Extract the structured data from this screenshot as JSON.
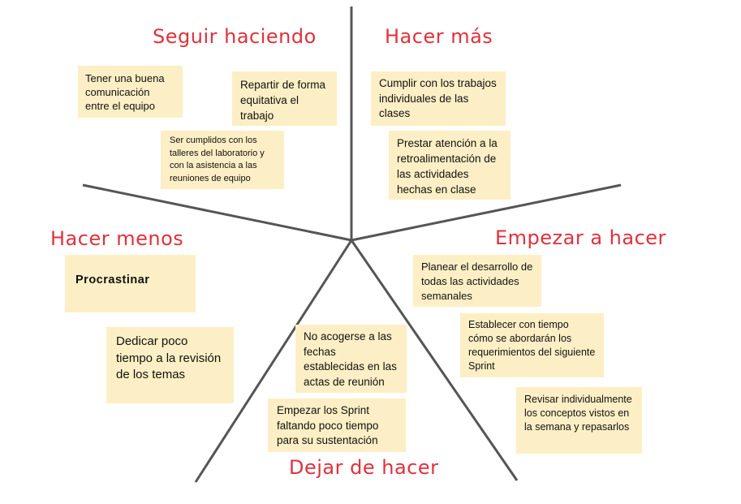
{
  "headings": {
    "seguir": "Seguir haciendo",
    "hacer_mas": "Hacer más",
    "hacer_menos": "Hacer menos",
    "empezar": "Empezar a hacer",
    "dejar": "Dejar de hacer"
  },
  "notes": {
    "seguir": [
      "Tener una buena comunicación entre el equipo",
      "Repartir de forma equitativa el trabajo",
      "Ser cumplidos con los talleres del laboratorio y con la asistencia a las reuniones de equipo"
    ],
    "hacer_mas": [
      "Cumplir con los trabajos individuales de las clases",
      "Prestar atención a la retroalimentación de las actividades hechas en clase"
    ],
    "hacer_menos": [
      "Procrastinar",
      "Dedicar poco tiempo a la revisión de los temas"
    ],
    "empezar": [
      "Planear el desarrollo de todas las actividades semanales",
      "Establecer con tiempo cómo se abordarán los requerimientos del siguiente Sprint",
      "Revisar individualmente los conceptos vistos en la semana y repasarlos"
    ],
    "dejar": [
      "No acogerse a las fechas establecidas en las actas de reunión",
      "Empezar los Sprint faltando poco tiempo para su sustentación"
    ]
  },
  "colors": {
    "heading": "#e0313d",
    "note_background": "#fdefc5",
    "line": "#555555"
  }
}
